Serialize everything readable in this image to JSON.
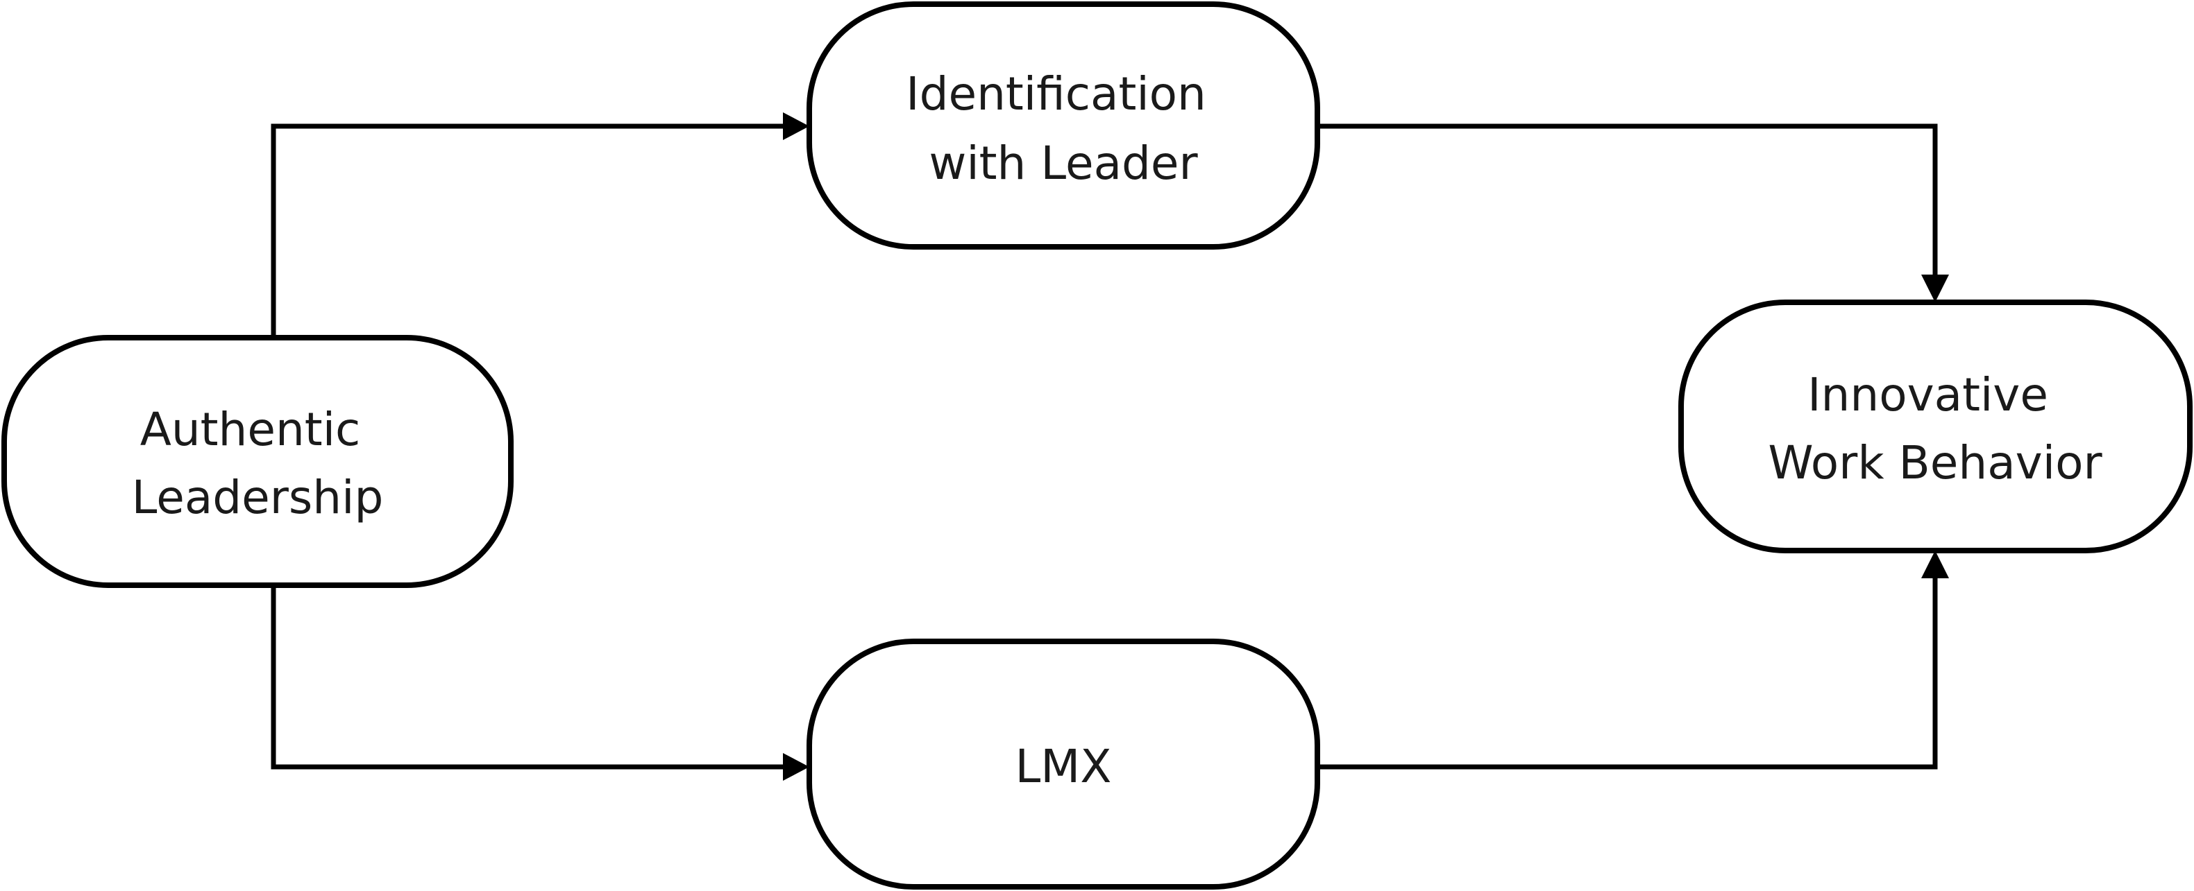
{
  "diagram": {
    "type": "flow-diagram",
    "nodes": {
      "authentic_leadership": {
        "line1": "Authentic",
        "line2": "Leadership"
      },
      "identification": {
        "line1": "Identification",
        "line2": "with Leader"
      },
      "lmx": {
        "line1": "LMX"
      },
      "innovative": {
        "line1": "Innovative",
        "line2": "Work Behavior"
      }
    },
    "edges": [
      {
        "from": "Authentic Leadership",
        "to": "Identification with Leader"
      },
      {
        "from": "Authentic Leadership",
        "to": "LMX"
      },
      {
        "from": "Identification with Leader",
        "to": "Innovative Work Behavior"
      },
      {
        "from": "LMX",
        "to": "Innovative Work Behavior"
      }
    ],
    "colors": {
      "stroke": "#000000",
      "fill": "#ffffff",
      "text": "#1a1a1a"
    }
  }
}
